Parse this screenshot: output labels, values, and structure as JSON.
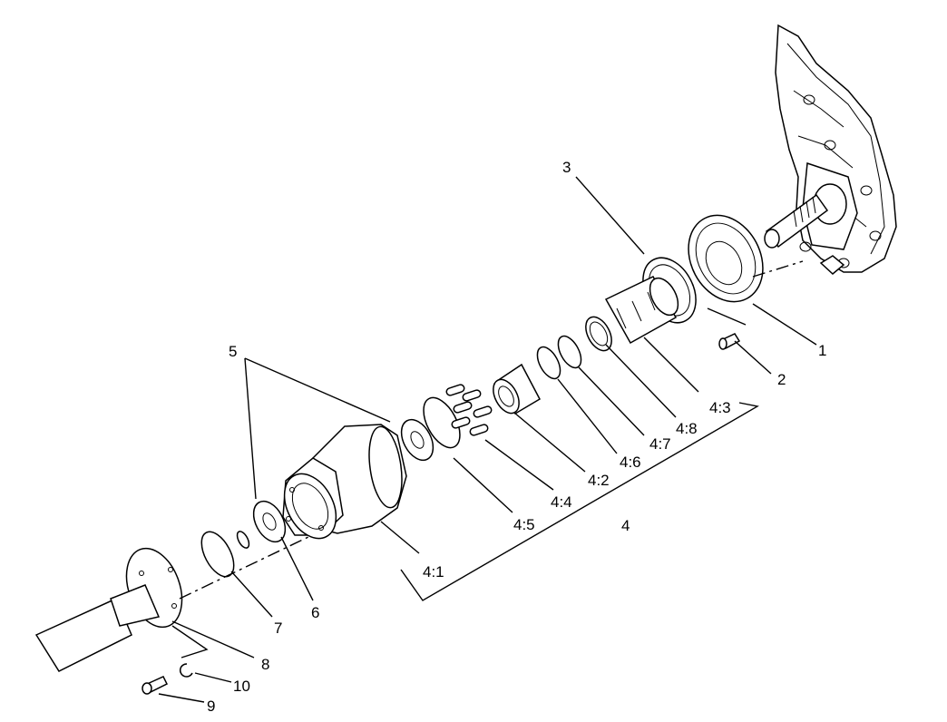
{
  "labels": {
    "l1": "1",
    "l2": "2",
    "l3": "3",
    "l4": "4",
    "l4_1": "4:1",
    "l4_2": "4:2",
    "l4_3": "4:3",
    "l4_4": "4:4",
    "l4_5": "4:5",
    "l4_6": "4:6",
    "l4_7": "4:7",
    "l4_8": "4:8",
    "l5": "5",
    "l6": "6",
    "l7": "7",
    "l8": "8",
    "l9": "9",
    "l10": "10"
  },
  "colors": {
    "ink": "#000000",
    "paper": "#ffffff"
  }
}
